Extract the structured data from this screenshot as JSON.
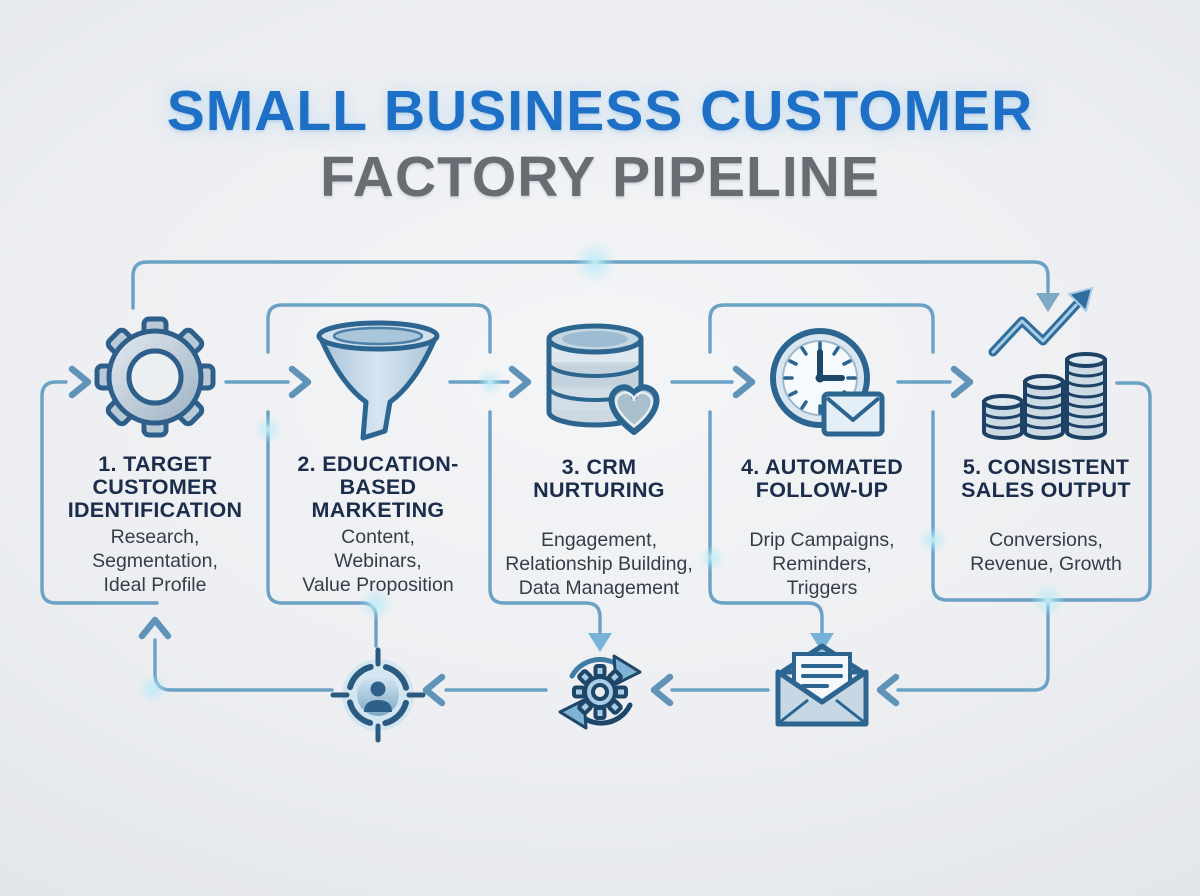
{
  "title": {
    "line1": "SMALL BUSINESS CUSTOMER",
    "line2": "FACTORY PIPELINE"
  },
  "stages": [
    {
      "num": "1",
      "icon": "gear-icon",
      "title_lines": [
        "1. TARGET",
        "CUSTOMER",
        "IDENTIFICATION"
      ],
      "subtitle_lines": [
        "Research,",
        "Segmentation,",
        "Ideal Profile"
      ]
    },
    {
      "num": "2",
      "icon": "funnel-icon",
      "title_lines": [
        "2. EDUCATION-",
        "BASED",
        "MARKETING"
      ],
      "subtitle_lines": [
        "Content,",
        "Webinars,",
        "Value Proposition"
      ]
    },
    {
      "num": "3",
      "icon": "database-heart-icon",
      "title_lines": [
        "3. CRM",
        "NURTURING"
      ],
      "subtitle_lines": [
        "Engagement,",
        "Relationship Building,",
        "Data Management"
      ]
    },
    {
      "num": "4",
      "icon": "clock-envelope-icon",
      "title_lines": [
        "4. AUTOMATED",
        "FOLLOW-UP"
      ],
      "subtitle_lines": [
        "Drip Campaigns,",
        "Reminders,",
        "Triggers"
      ]
    },
    {
      "num": "5",
      "icon": "growth-chart-coins-icon",
      "title_lines": [
        "5. CONSISTENT",
        "SALES OUTPUT"
      ],
      "subtitle_lines": [
        "Conversions,",
        "Revenue, Growth"
      ]
    }
  ],
  "feedback_loop": {
    "icons": [
      "open-envelope-icon",
      "sync-gear-icon",
      "target-customer-icon"
    ]
  },
  "colors": {
    "title_blue": "#1e70c6",
    "title_gray": "#686d73",
    "heading_navy": "#1b2d4b",
    "body_text": "#333e49",
    "line_blue": "#6ba1c5",
    "icon_outline": "#2c6590",
    "background": "#e9ebee"
  }
}
